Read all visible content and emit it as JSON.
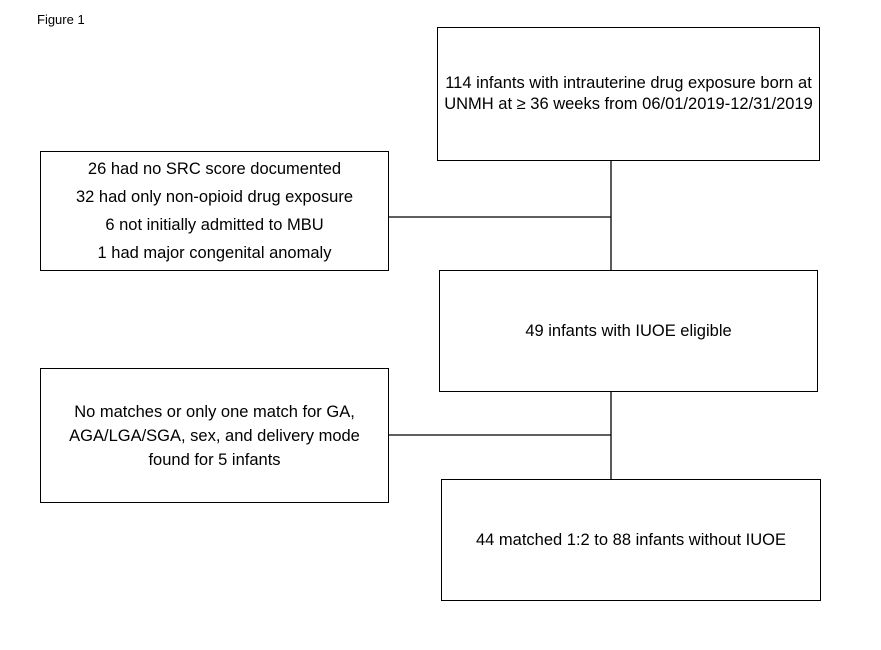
{
  "figure_label": "Figure 1",
  "flow": {
    "start": "114 infants with intrauterine drug exposure born at UNMH at ≥ 36 weeks from 06/01/2019-12/31/2019",
    "exclusions_1": [
      "26 had no SRC score documented",
      "32 had only non-opioid drug exposure",
      "6 not initially admitted to MBU",
      "1 had major congenital anomaly"
    ],
    "eligible": "49 infants with IUOE eligible",
    "exclusions_2": "No matches or only one match for GA, AGA/LGA/SGA, sex, and delivery mode found for 5 infants",
    "matched": "44 matched 1:2 to 88 infants without IUOE"
  }
}
